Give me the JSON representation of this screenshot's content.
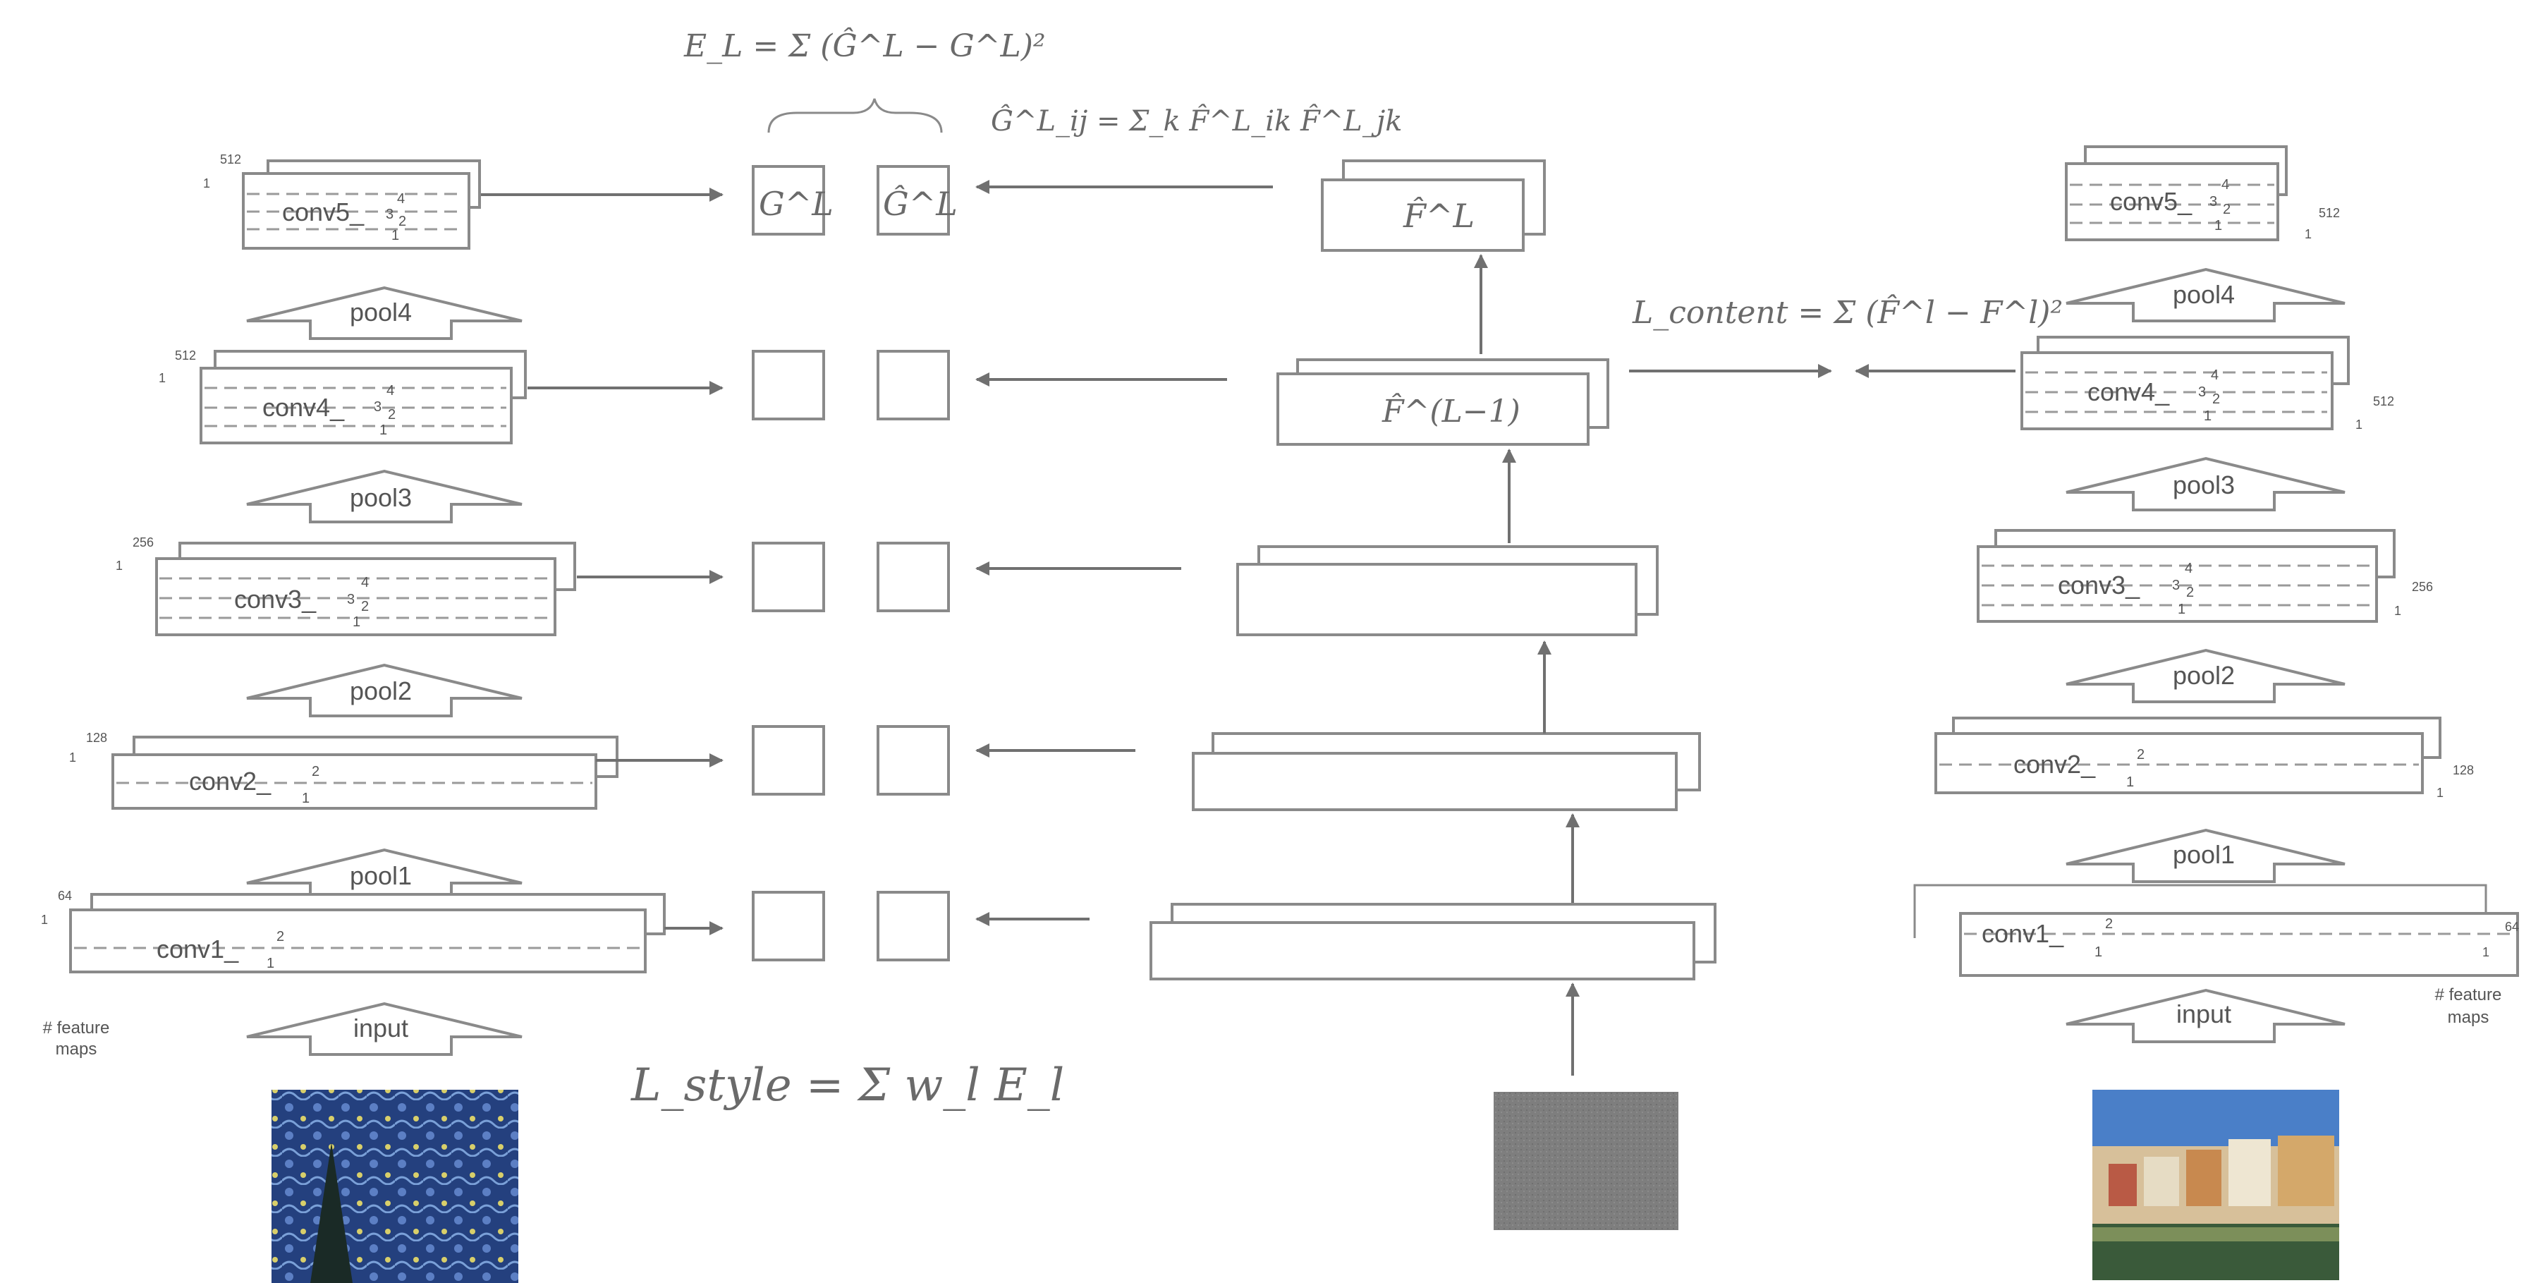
{
  "style_net": {
    "layers": [
      {
        "name": "conv5_",
        "subs": [
          "4",
          "3",
          "2",
          "1"
        ],
        "depth": "512",
        "one": "1"
      },
      {
        "name": "conv4_",
        "subs": [
          "4",
          "3",
          "2",
          "1"
        ],
        "depth": "512",
        "one": "1"
      },
      {
        "name": "conv3_",
        "subs": [
          "4",
          "3",
          "2",
          "1"
        ],
        "depth": "256",
        "one": "1"
      },
      {
        "name": "conv2_",
        "subs": [
          "2",
          "1"
        ],
        "depth": "128",
        "one": "1"
      },
      {
        "name": "conv1_",
        "subs": [
          "2",
          "1"
        ],
        "depth": "64",
        "one": "1"
      }
    ],
    "pools": [
      "pool4",
      "pool3",
      "pool2",
      "pool1",
      "input"
    ],
    "feature_maps_label": [
      "# feature",
      "maps"
    ]
  },
  "content_net": {
    "layers": [
      {
        "name": "conv5_",
        "subs": [
          "4",
          "3",
          "2",
          "1"
        ],
        "depth": "512",
        "one": "1"
      },
      {
        "name": "conv4_",
        "subs": [
          "4",
          "3",
          "2",
          "1"
        ],
        "depth": "512",
        "one": "1"
      },
      {
        "name": "conv3_",
        "subs": [
          "4",
          "3",
          "2",
          "1"
        ],
        "depth": "256",
        "one": "1"
      },
      {
        "name": "conv2_",
        "subs": [
          "2",
          "1"
        ],
        "depth": "128",
        "one": "1"
      },
      {
        "name": "conv1_",
        "subs": [
          "2",
          "1"
        ],
        "depth": "64",
        "one": "1"
      }
    ],
    "pools": [
      "pool4",
      "pool3",
      "pool2",
      "pool1",
      "input"
    ],
    "feature_maps_label": [
      "# feature",
      "maps"
    ]
  },
  "equations": {
    "style_error": "E_L = Σ (Ĝ^L − G^L)²",
    "gram": "Ĝ^L_ij = Σ_k F̂^L_ik F̂^L_jk",
    "content_loss": "L_content = Σ (F̂^l − F^l)²",
    "style_loss": "L_style = Σ w_l E_l",
    "gram_label": "G^L",
    "gram_hat_label": "Ĝ^L",
    "feature_top": "F̂^L",
    "feature_prev": "F̂^(L−1)"
  },
  "colors": {
    "stroke": "#8a8a8a",
    "arrow": "#707070",
    "noise": "#808080"
  }
}
